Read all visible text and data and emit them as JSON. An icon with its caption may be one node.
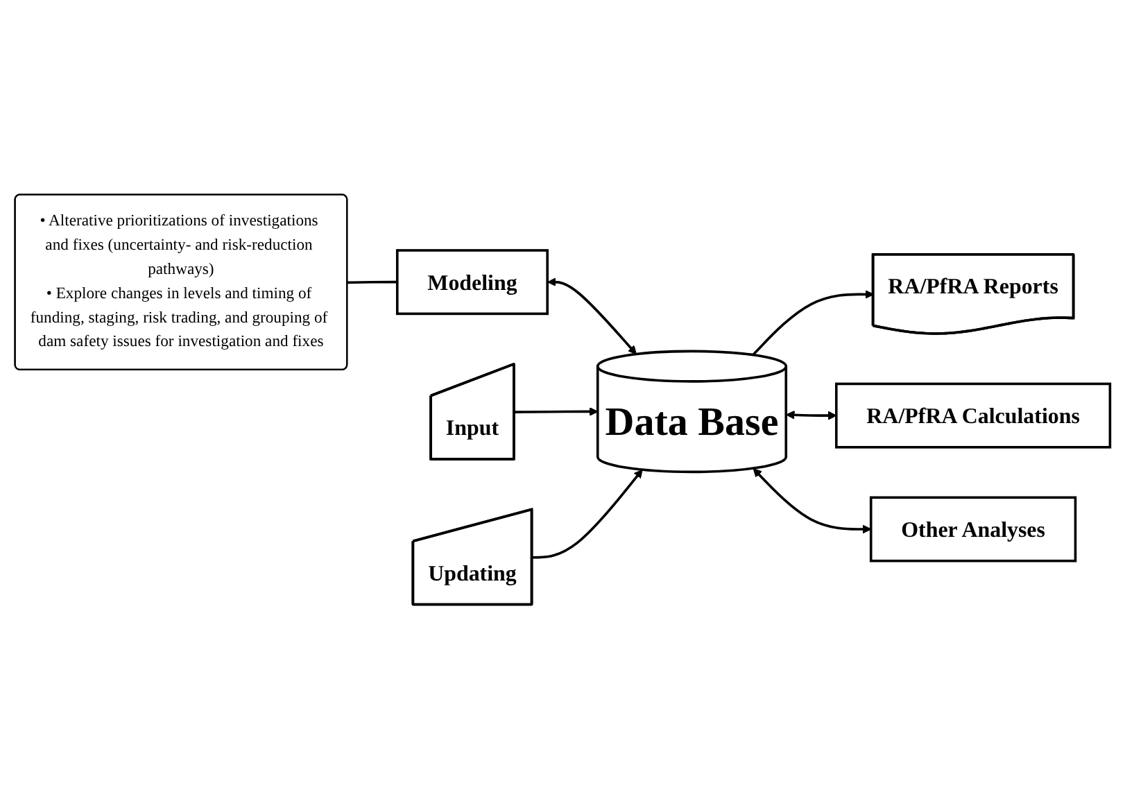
{
  "diagram": {
    "nodes": [
      {
        "text": [
          "Modeling"
        ]
      },
      {
        "text": [
          "• Alterative prioritizations of investigations and fixes (uncertainty- and risk-reduction pathways)",
          "• Explore changes in levels and timing of funding, staging, risk trading, and grouping of dam safety issues for investigation and fixes"
        ]
      },
      {
        "text": [
          "Input"
        ]
      },
      {
        "text": [
          "Data Base"
        ]
      },
      {
        "text": [
          "Updating"
        ]
      },
      {
        "text": [
          "RA/PfRA Reports"
        ]
      },
      {
        "text": [
          "RA/PfRA Calculations"
        ]
      },
      {
        "text": [
          "Other Analyses"
        ]
      }
    ],
    "edges": [
      {
        "from": 0,
        "to": 3,
        "arrow": "both"
      },
      {
        "from": 1,
        "to": 0,
        "arrow": "none"
      },
      {
        "from": 2,
        "to": 3,
        "arrow": "to"
      },
      {
        "from": 4,
        "to": 3,
        "arrow": "to"
      },
      {
        "from": 3,
        "to": 5,
        "arrow": "to"
      },
      {
        "from": 3,
        "to": 6,
        "arrow": "both"
      },
      {
        "from": 3,
        "to": 7,
        "arrow": "both"
      }
    ]
  }
}
